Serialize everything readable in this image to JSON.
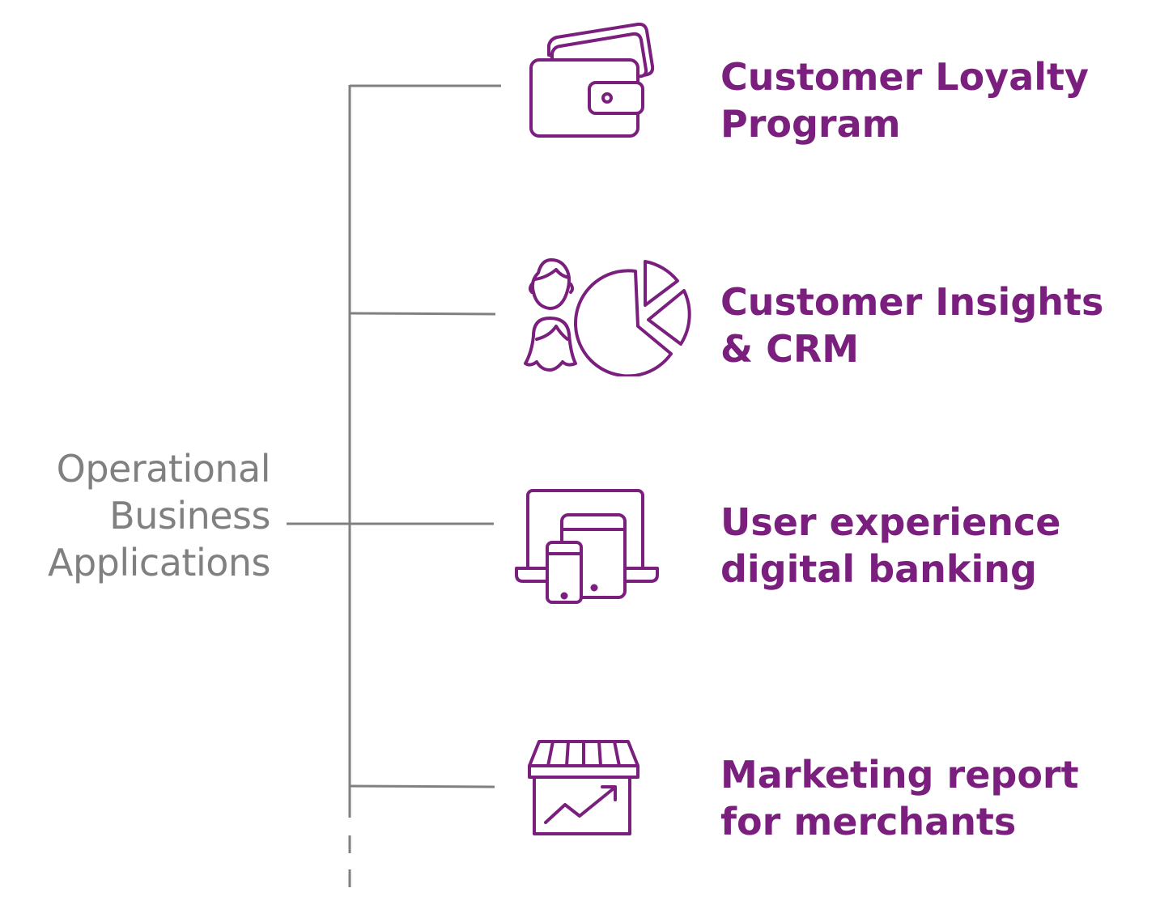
{
  "diagram": {
    "root": {
      "lines": [
        "Operational",
        "Business",
        "Applications"
      ]
    },
    "items": [
      {
        "lines": [
          "Customer Loyalty",
          "Program"
        ],
        "icon": "wallet-icon"
      },
      {
        "lines": [
          "Customer Insights",
          "& CRM"
        ],
        "icon": "people-pie-chart-icon"
      },
      {
        "lines": [
          "User experience",
          "digital banking"
        ],
        "icon": "devices-icon"
      },
      {
        "lines": [
          "Marketing report",
          "for merchants"
        ],
        "icon": "storefront-chart-icon"
      }
    ]
  },
  "colors": {
    "accent": "#7b1f7e",
    "connector": "#808080",
    "root_text": "#808080"
  }
}
